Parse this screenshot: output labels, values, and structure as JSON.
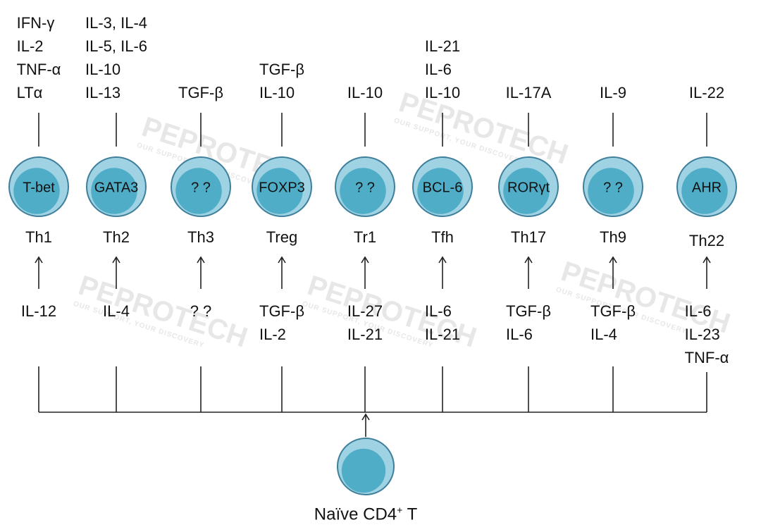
{
  "columns": [
    {
      "cell": "Th1",
      "factor": "T-bet",
      "secreted": [
        "IFN-γ",
        "IL-2",
        "TNF-α",
        "LTα"
      ],
      "inducers": [
        "IL-12"
      ]
    },
    {
      "cell": "Th2",
      "factor": "GATA3",
      "secreted": [
        "IL-3, IL-4",
        "IL-5, IL-6",
        "IL-10",
        "IL-13"
      ],
      "inducers": [
        "IL-4"
      ]
    },
    {
      "cell": "Th3",
      "factor": "? ?",
      "secreted": [
        "TGF-β"
      ],
      "inducers": [
        "? ?"
      ]
    },
    {
      "cell": "Treg",
      "factor": "FOXP3",
      "secreted": [
        "TGF-β",
        "IL-10"
      ],
      "inducers": [
        "TGF-β",
        "IL-2"
      ]
    },
    {
      "cell": "Tr1",
      "factor": "? ?",
      "secreted": [
        "IL-10"
      ],
      "inducers": [
        "IL-27",
        "IL-21"
      ]
    },
    {
      "cell": "Tfh",
      "factor": "BCL-6",
      "secreted": [
        "IL-21",
        "IL-6",
        "IL-10"
      ],
      "inducers": [
        "IL-6",
        "IL-21"
      ]
    },
    {
      "cell": "Th17",
      "factor": "RORγt",
      "secreted": [
        "IL-17A"
      ],
      "inducers": [
        "TGF-β",
        "IL-6"
      ]
    },
    {
      "cell": "Th9",
      "factor": "? ?",
      "secreted": [
        "IL-9"
      ],
      "inducers": [
        "TGF-β",
        "IL-4"
      ]
    },
    {
      "cell": "Th22",
      "factor": "AHR",
      "secreted": [
        "IL-22"
      ],
      "inducers": [
        "IL-6",
        "IL-23",
        "TNF-α"
      ]
    }
  ],
  "source": {
    "label": "Naïve CD4",
    "superscript": "+",
    "suffix": " T"
  },
  "watermark": {
    "brand": "PEPROTECH",
    "tagline": "OUR SUPPORT, YOUR DISCOVERY"
  },
  "colors": {
    "cell_outer": "#9fd3e3",
    "cell_inner": "#4fadc8",
    "cell_stroke": "#3e7f9c",
    "line": "#222222"
  }
}
